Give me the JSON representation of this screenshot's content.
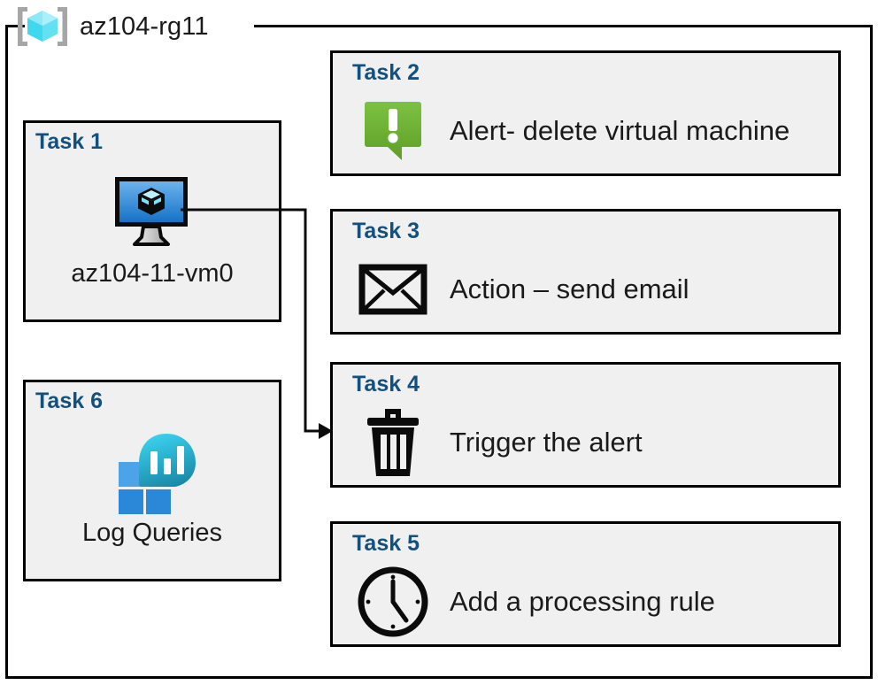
{
  "resource_group": {
    "name": "az104-rg11",
    "icon": "resource-group-cube-icon"
  },
  "colors": {
    "task_title": "#12507e",
    "card_fill": "#f0f0f0",
    "card_border": "#000000",
    "alert_green_light": "#7cc242",
    "alert_green_dark": "#5f9e27",
    "vm_blue_light": "#5fa9e8",
    "vm_blue_dark": "#1572c8",
    "log_tile_light": "#4da3e8",
    "log_tile_dark": "#2b88d8",
    "log_blob_light": "#32cdee",
    "log_blob_dark": "#1a88a8",
    "rg_cube_light": "#8ee9f7",
    "rg_cube_dark": "#3fd8ee",
    "rg_bracket": "#a6a6a6"
  },
  "cards": [
    {
      "id": "task1",
      "title": "Task 1",
      "caption": "az104-11-vm0",
      "icon": "virtual-machine-icon",
      "layout": "tall"
    },
    {
      "id": "task2",
      "title": "Task 2",
      "label": "Alert- delete virtual machine",
      "icon": "alert-exclamation-icon",
      "layout": "wide"
    },
    {
      "id": "task3",
      "title": "Task 3",
      "label": "Action – send email",
      "icon": "envelope-icon",
      "layout": "wide"
    },
    {
      "id": "task4",
      "title": "Task 4",
      "label": "Trigger the alert",
      "icon": "trash-can-icon",
      "layout": "wide"
    },
    {
      "id": "task5",
      "title": "Task 5",
      "label": "Add a processing rule",
      "icon": "clock-icon",
      "layout": "wide"
    },
    {
      "id": "task6",
      "title": "Task 6",
      "caption": "Log Queries",
      "icon": "log-analytics-icon",
      "layout": "tall"
    }
  ],
  "connector": {
    "from": "virtual-machine-icon",
    "to": "task4-card",
    "arrow": "arrowhead-right"
  }
}
